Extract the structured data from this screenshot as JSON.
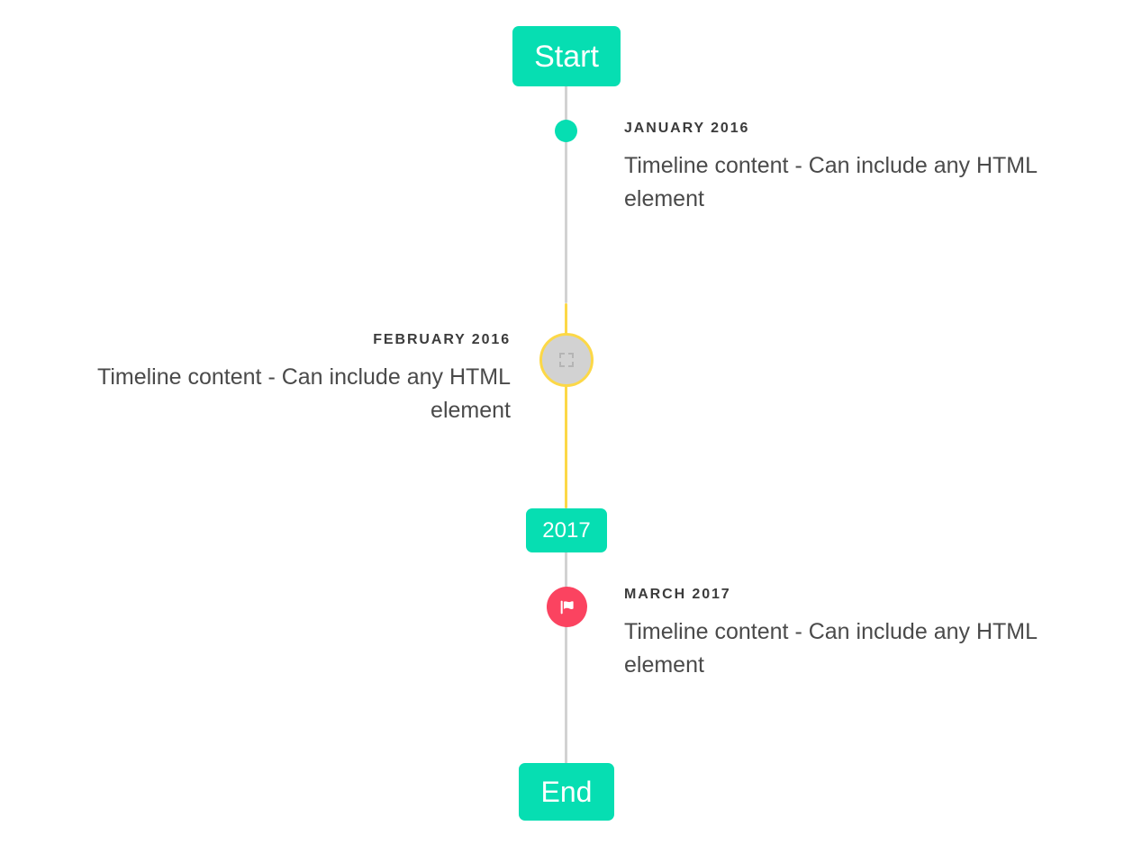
{
  "page": {
    "title": "Vertical Timeline",
    "background_color": "#ffffff"
  },
  "colors": {
    "accent_teal": "#06deb2",
    "accent_yellow": "#fcd847",
    "accent_pink": "#fb4360",
    "line_gray": "#d2d2d2",
    "marker_gray": "#d2d2d2",
    "label_text": "#3b3b3b",
    "body_text": "#4a4a4a",
    "badge_text": "#ffffff"
  },
  "timeline": {
    "start_badge": "Start",
    "end_badge": "End",
    "year_badge": "2017",
    "entries": [
      {
        "id": "january-2016",
        "label": "JANUARY 2016",
        "body": "Timeline content - Can include any HTML element",
        "side": "right",
        "marker": "dot-icon",
        "marker_color": "#06deb2"
      },
      {
        "id": "february-2016",
        "label": "FEBRUARY 2016",
        "body": "Timeline content - Can include any HTML element",
        "side": "left",
        "marker": "broken-image-icon",
        "marker_color": "#d2d2d2",
        "marker_ring_color": "#fcd847"
      },
      {
        "id": "march-2017",
        "label": "MARCH 2017",
        "body": "Timeline content - Can include any HTML element",
        "side": "right",
        "marker": "flag-icon",
        "marker_color": "#fb4360"
      }
    ]
  }
}
